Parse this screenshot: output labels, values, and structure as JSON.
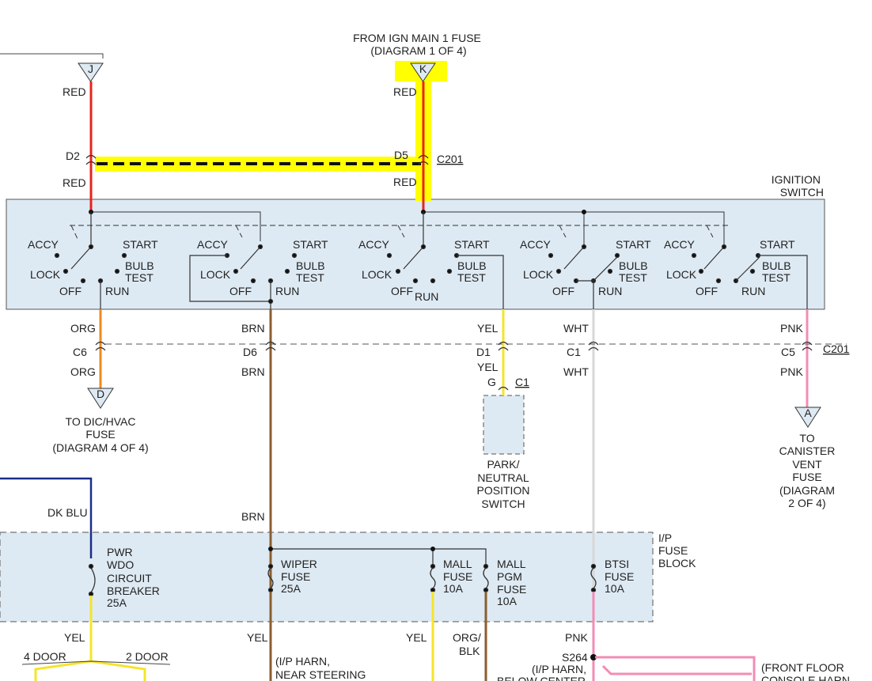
{
  "source": {
    "line1": "FROM IGN MAIN 1 FUSE",
    "line2": "(DIAGRAM 1 OF 4)"
  },
  "connectors": {
    "j": "J",
    "k": "K",
    "d": "D",
    "a": "A"
  },
  "c201": {
    "name": "C201",
    "d2": "D2",
    "d5": "D5",
    "c6": "C6",
    "d6": "D6",
    "d1": "D1",
    "c1": "C1",
    "c5": "C5"
  },
  "wire_colors": {
    "red": "RED",
    "org": "ORG",
    "brn": "BRN",
    "yel": "YEL",
    "wht": "WHT",
    "pnk": "PNK",
    "dk_blu": "DK BLU",
    "org_blk_1": "ORG/",
    "org_blk_2": "BLK"
  },
  "ignition_switch": {
    "line1": "IGNITION",
    "line2": "SWITCH",
    "positions": {
      "accy": "ACCY",
      "start": "START",
      "lock": "LOCK",
      "off": "OFF",
      "run": "RUN",
      "bulb": "BULB",
      "test": "TEST"
    }
  },
  "dest_d": [
    "TO DIC/HVAC",
    "FUSE",
    "(DIAGRAM 4 OF 4)"
  ],
  "dest_a": [
    "TO",
    "CANISTER",
    "VENT",
    "FUSE",
    "(DIAGRAM",
    "2 OF 4)"
  ],
  "park_switch": {
    "pin": "G",
    "connector": "C1",
    "lines": [
      "PARK/",
      "NEUTRAL",
      "POSITION",
      "SWITCH"
    ]
  },
  "fuse_block": {
    "title": [
      "I/P",
      "FUSE",
      "BLOCK"
    ],
    "breaker": [
      "PWR",
      "WDO",
      "CIRCUIT",
      "BREAKER",
      "25A"
    ],
    "wiper": [
      "WIPER",
      "FUSE",
      "25A"
    ],
    "mall": [
      "MALL",
      "FUSE",
      "10A"
    ],
    "mall_pgm": [
      "MALL",
      "PGM",
      "FUSE",
      "10A"
    ],
    "btsi": [
      "BTSI",
      "FUSE",
      "10A"
    ]
  },
  "bottom": {
    "four_door": "4 DOOR",
    "two_door": "2 DOOR",
    "splice": "S264",
    "harn_steering_1": "(I/P HARN,",
    "harn_steering_2": "NEAR STEERING",
    "harn_center_1": "(I/P HARN,",
    "harn_center_2": "BELOW CENTER",
    "harn_console_1": "(FRONT FLOOR",
    "harn_console_2": "CONSOLE HARN"
  },
  "colors": {
    "red": "#e8241c",
    "orange": "#ee8a1e",
    "brown": "#8b5e2e",
    "yellow": "#f5e42a",
    "white_wire": "#d8d8d8",
    "pink": "#f28cb4",
    "dark_blue": "#1a2e8a",
    "panel_fill": "#deeaf3",
    "highlight": "#ffff00"
  }
}
